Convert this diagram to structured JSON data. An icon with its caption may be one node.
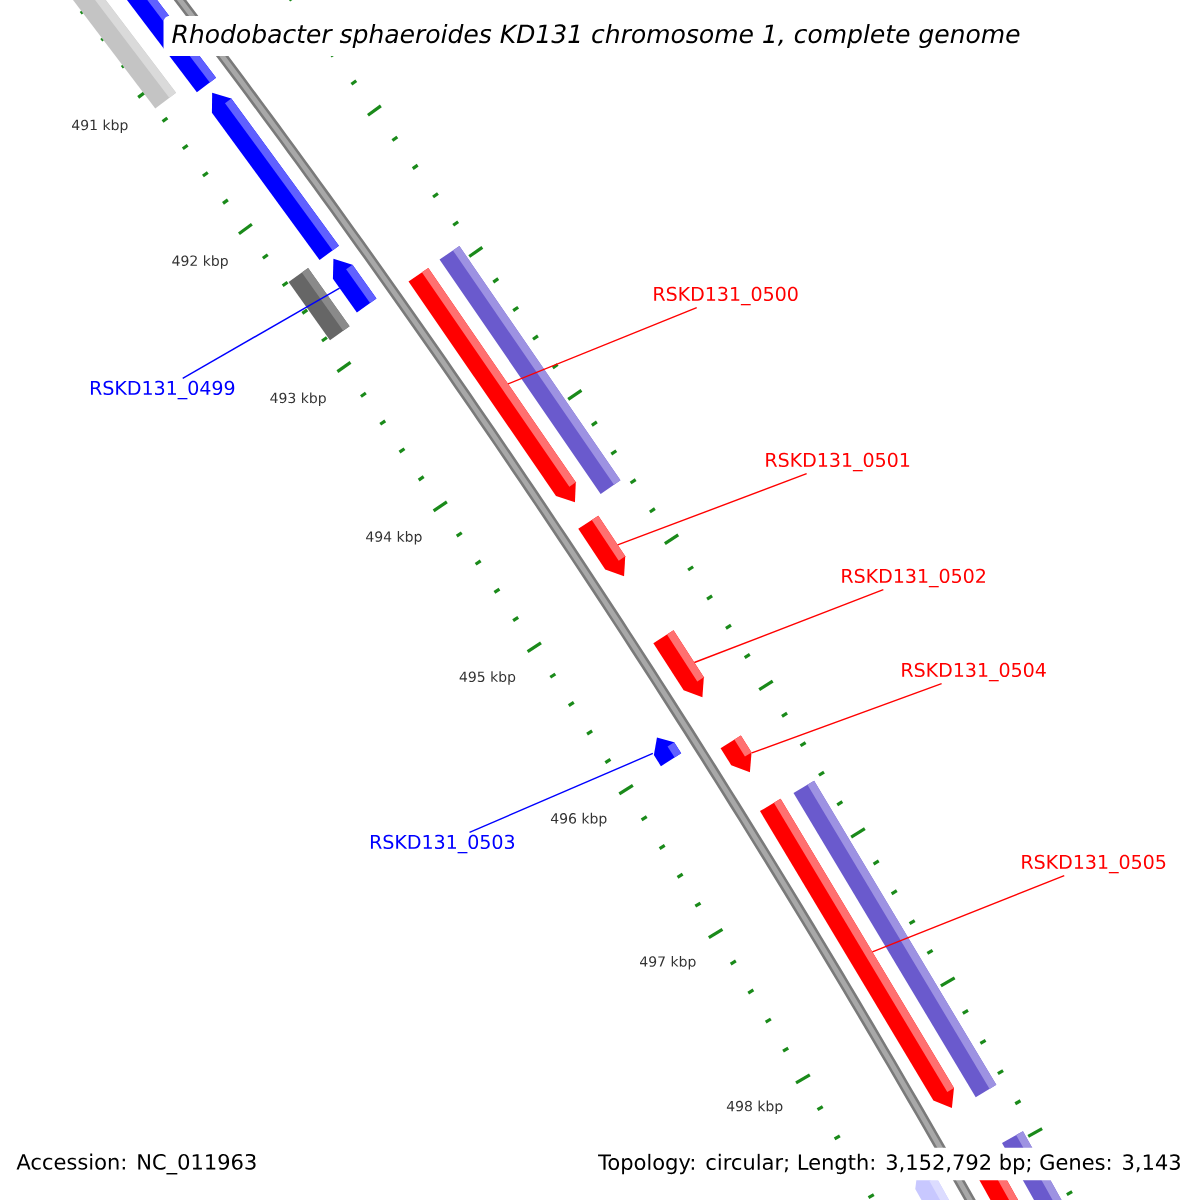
{
  "diagram": {
    "title": "Rhodobacter sphaeroides KD131 chromosome 1, complete genome",
    "nodes": [
      {
        "text": [
          "RSKD131_0500"
        ]
      },
      {
        "text": [],
        "shape": "bar"
      },
      {
        "text": [
          "RSKD131_0501"
        ]
      },
      {
        "text": [],
        "shape": "bar"
      },
      {
        "text": [
          "RSKD131_0499"
        ]
      },
      {
        "text": [],
        "shape": "bar"
      },
      {
        "text": [
          "RSKD131_0502"
        ]
      },
      {
        "text": [],
        "shape": "bar"
      },
      {
        "text": [
          "RSKD131_0504"
        ]
      },
      {
        "text": [],
        "shape": "bar"
      },
      {
        "text": [
          "RSKD131_0503"
        ]
      },
      {
        "text": [],
        "shape": "bar"
      },
      {
        "text": [
          "RSKD131_0505"
        ]
      },
      {
        "text": [],
        "shape": "bar"
      }
    ],
    "edges": [
      {
        "from": 0,
        "to": 1,
        "arrow": "none"
      },
      {
        "from": 2,
        "to": 3,
        "arrow": "none"
      },
      {
        "from": 4,
        "to": 5,
        "arrow": "none",
        "color": "#0000ff"
      },
      {
        "from": 6,
        "to": 7,
        "arrow": "none"
      },
      {
        "from": 8,
        "to": 9,
        "arrow": "none"
      },
      {
        "from": 10,
        "to": 11,
        "arrow": "none",
        "color": "#0000ff"
      },
      {
        "from": 12,
        "to": 13,
        "arrow": "none"
      }
    ],
    "labels": [
      "491 kbp",
      "492 kbp",
      "493 kbp",
      "494 kbp",
      "495 kbp",
      "496 kbp",
      "497 kbp",
      "498 kbp",
      "Accession: NC_011963",
      "Topology: circular; Length: 3,152,792 bp; Genes: 3,143"
    ]
  }
}
